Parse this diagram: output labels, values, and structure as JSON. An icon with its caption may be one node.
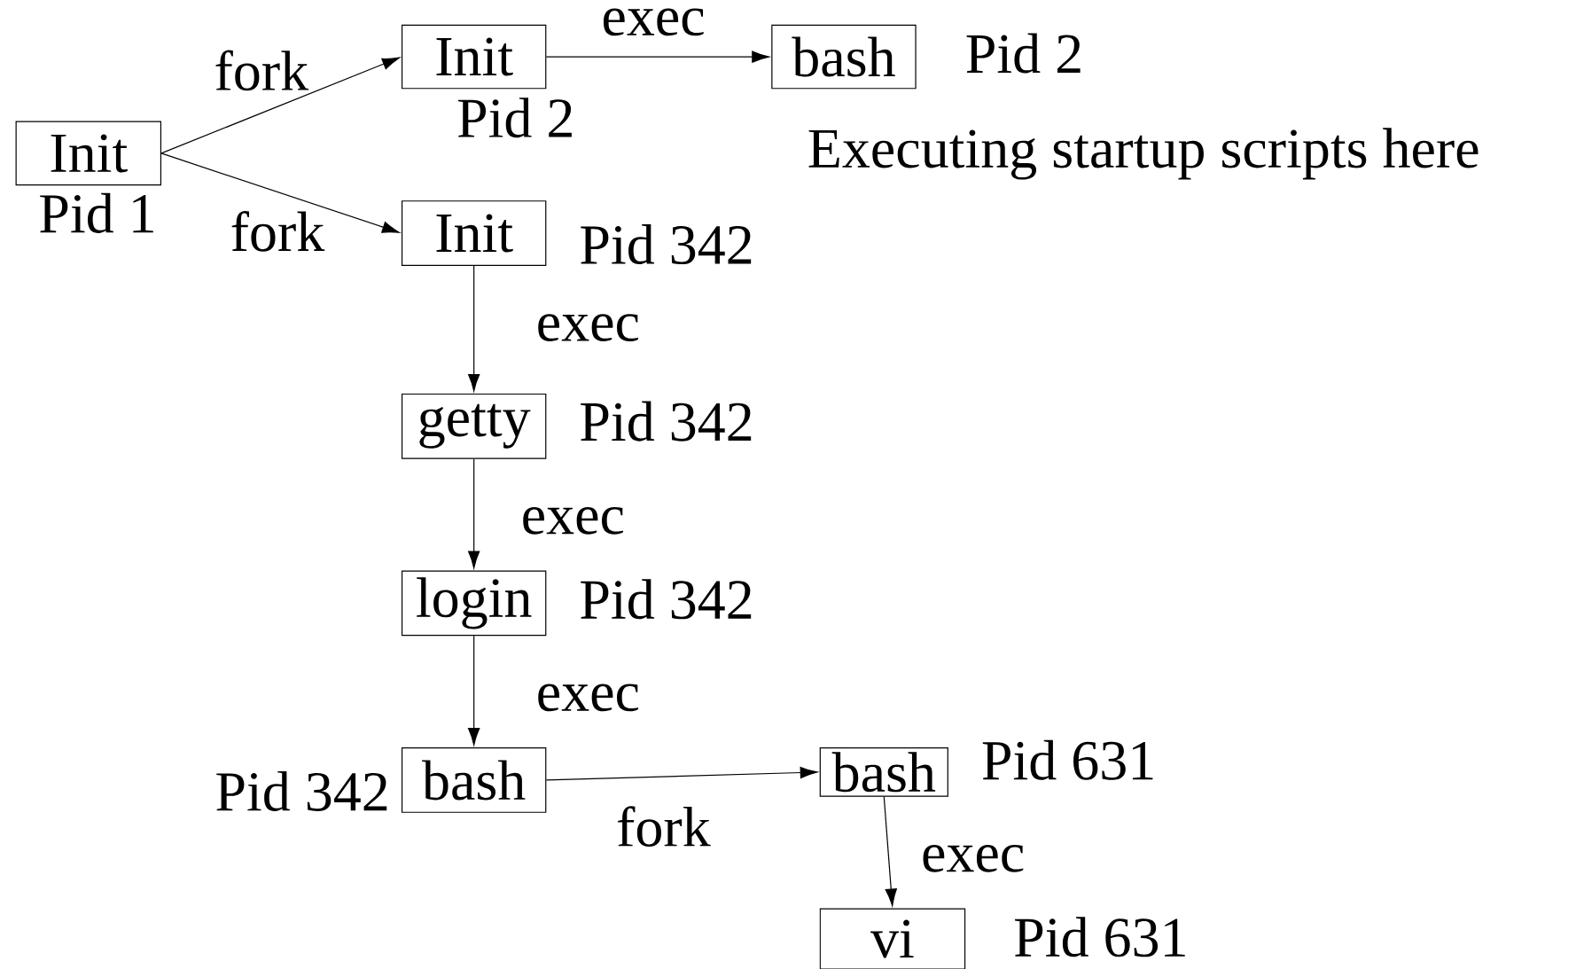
{
  "diagram": {
    "nodes": [
      {
        "text": [
          "Init"
        ],
        "beside": [
          "Pid 1"
        ]
      },
      {
        "text": [
          "Init"
        ],
        "beside": [
          "Pid 2"
        ]
      },
      {
        "text": [
          "bash"
        ],
        "beside": [
          "Pid 2"
        ]
      },
      {
        "text": [
          "Init"
        ],
        "beside": [
          "Pid 342"
        ]
      },
      {
        "text": [
          "getty"
        ],
        "beside": [
          "Pid 342"
        ]
      },
      {
        "text": [
          "login"
        ],
        "beside": [
          "Pid 342"
        ]
      },
      {
        "text": [
          "bash"
        ],
        "beside": [
          "Pid 342"
        ]
      },
      {
        "text": [
          "bash"
        ],
        "beside": [
          "Pid 631"
        ]
      },
      {
        "text": [
          "vi"
        ],
        "beside": [
          "Pid 631"
        ]
      }
    ],
    "edges": [
      {
        "from": 0,
        "to": 1,
        "arrow": "to",
        "label": "fork"
      },
      {
        "from": 0,
        "to": 3,
        "arrow": "to",
        "label": "fork"
      },
      {
        "from": 1,
        "to": 2,
        "arrow": "to",
        "label": "exec"
      },
      {
        "from": 3,
        "to": 4,
        "arrow": "to",
        "label": "exec"
      },
      {
        "from": 4,
        "to": 5,
        "arrow": "to",
        "label": "exec"
      },
      {
        "from": 5,
        "to": 6,
        "arrow": "to",
        "label": "exec"
      },
      {
        "from": 6,
        "to": 7,
        "arrow": "to",
        "label": "fork"
      },
      {
        "from": 7,
        "to": 8,
        "arrow": "to",
        "label": "exec"
      }
    ],
    "labels": [
      "Executing startup scripts here"
    ]
  }
}
